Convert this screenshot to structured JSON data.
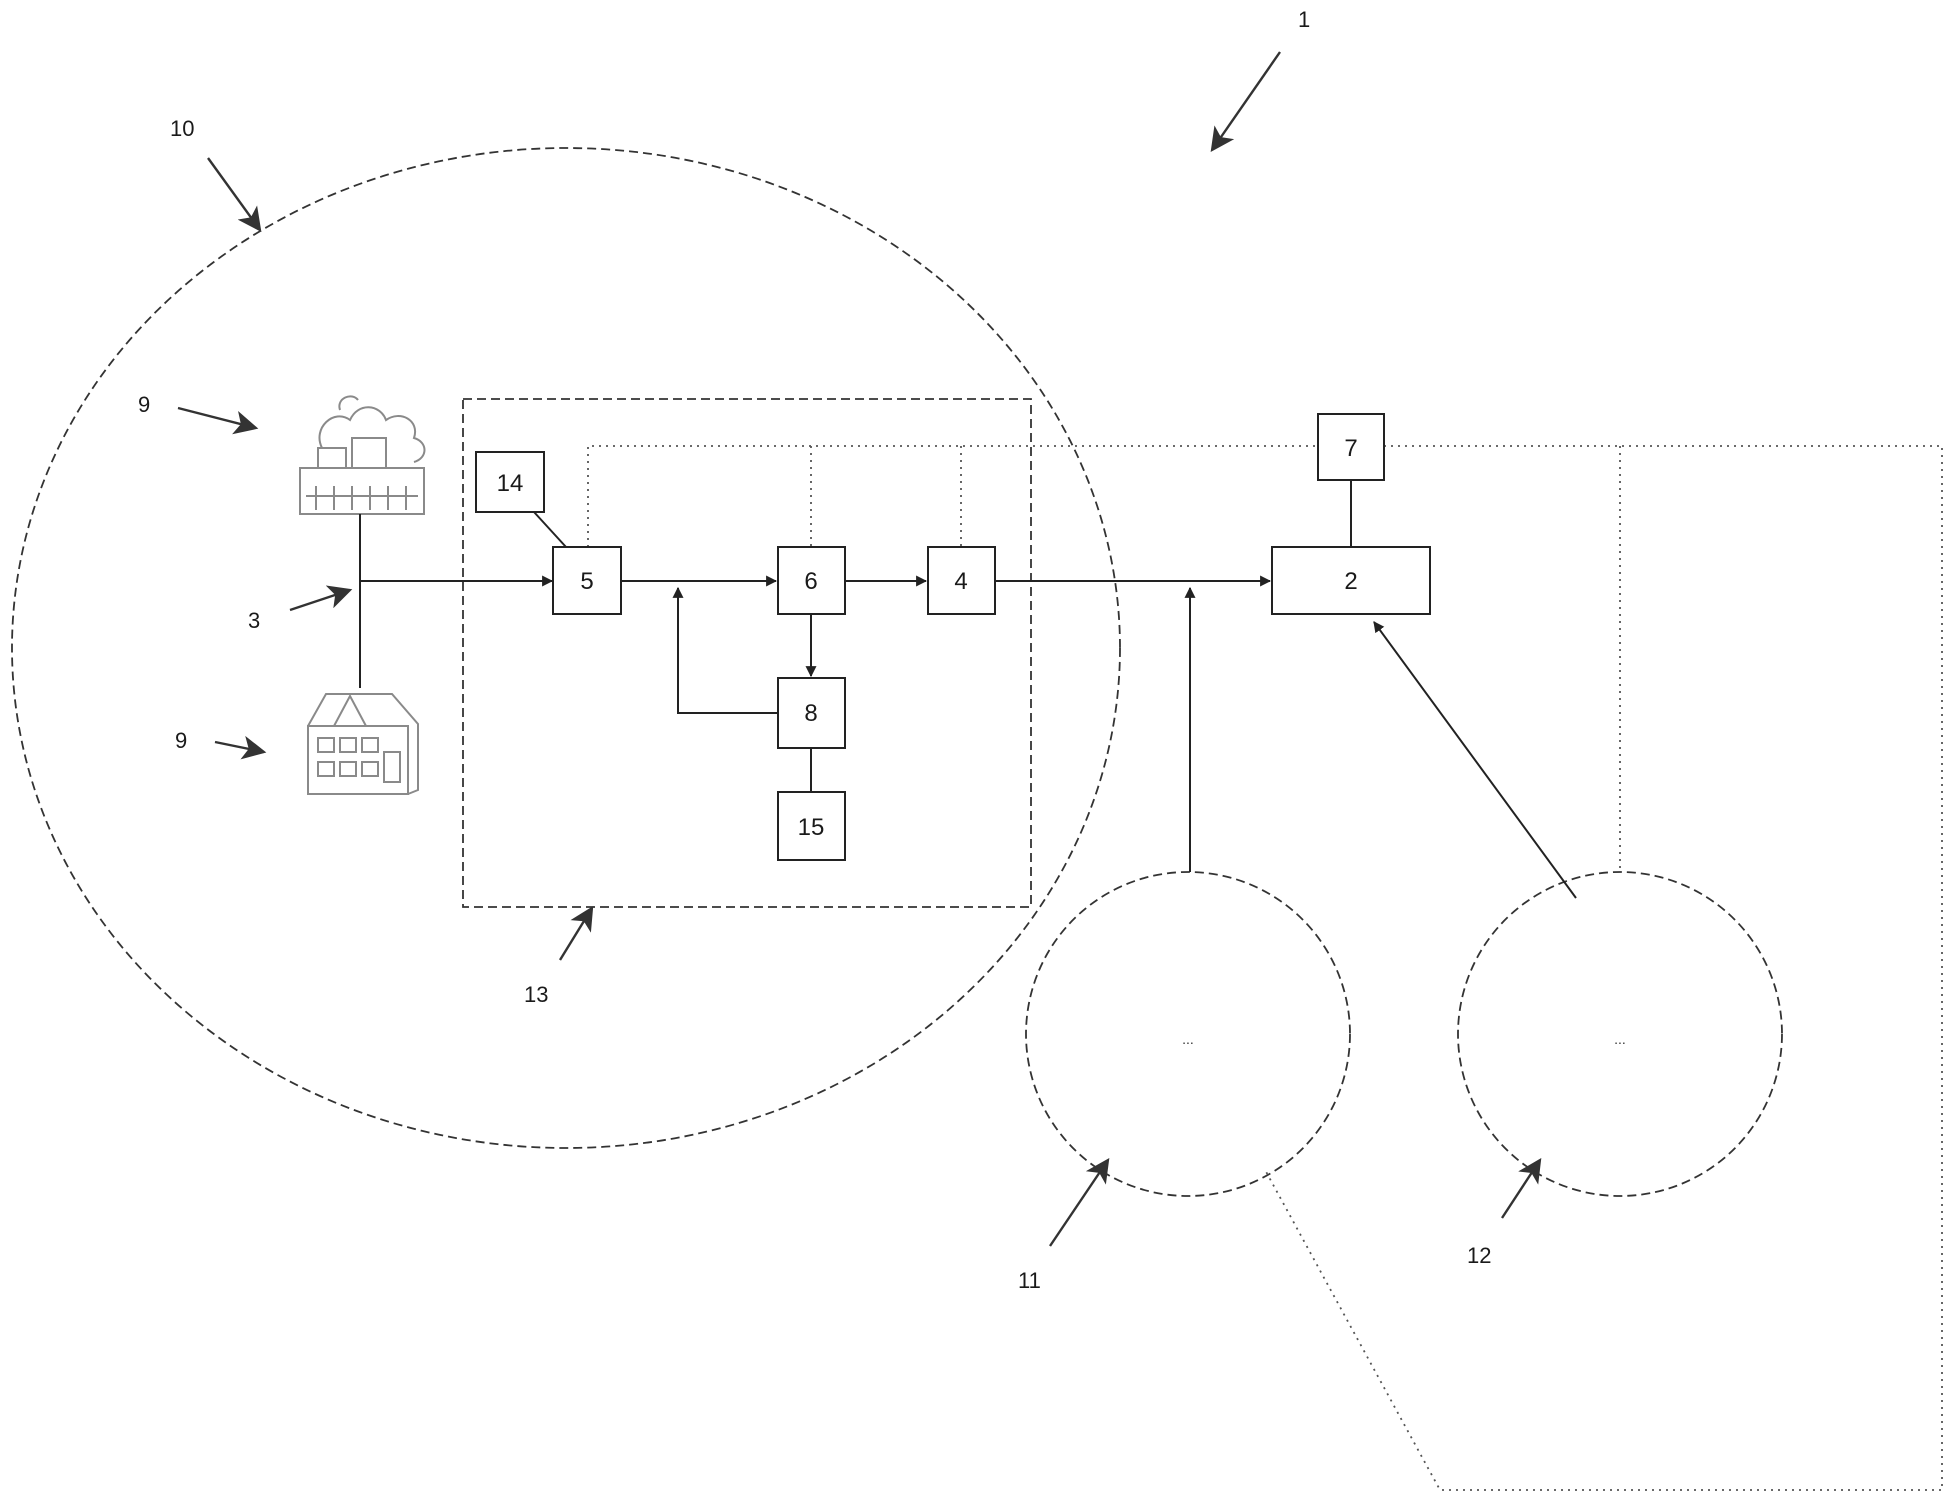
{
  "reference_labels": {
    "system": "1",
    "zone": "10",
    "building_top": "9",
    "building_bottom": "9",
    "bus": "3",
    "subsystem": "13",
    "circle_a": "11",
    "circle_b": "12"
  },
  "boxes": {
    "b14": "14",
    "b5": "5",
    "b6": "6",
    "b4": "4",
    "b8": "8",
    "b15": "15",
    "b7": "7",
    "b2": "2"
  },
  "circle_a_text": "...",
  "circle_b_text": "..."
}
